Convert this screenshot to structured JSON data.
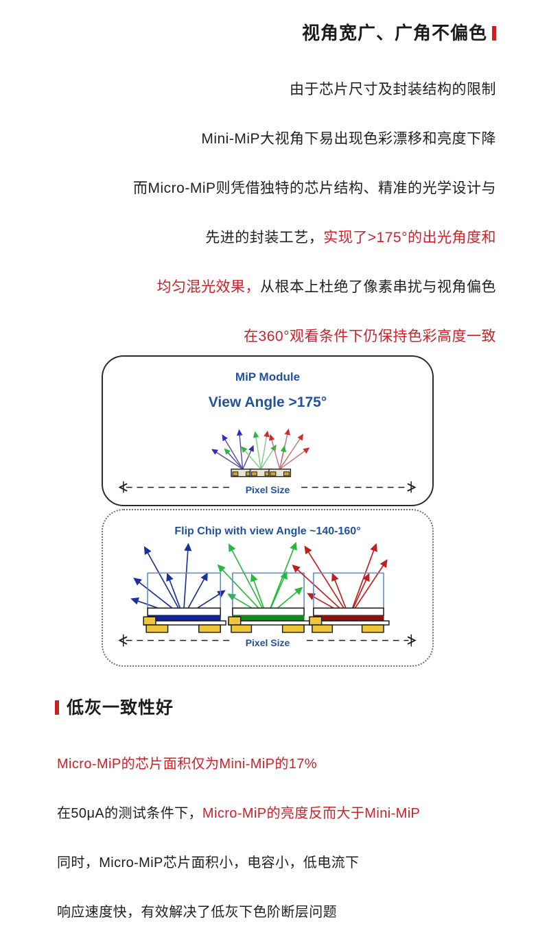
{
  "section1": {
    "heading": "视角宽广、广角不偏色",
    "heading_bar_color": "#cc2024",
    "lines": [
      {
        "segments": [
          {
            "text": "由于芯片尺寸及封装结构的限制",
            "color": "black"
          }
        ]
      },
      {
        "segments": [
          {
            "text": "Mini-MiP大视角下易出现色彩漂移和亮度下降",
            "color": "black"
          }
        ]
      },
      {
        "segments": [
          {
            "text": "而Micro-MiP则凭借独特的芯片结构、精准的光学设计与",
            "color": "black"
          }
        ]
      },
      {
        "segments": [
          {
            "text": "先进的封装工艺，",
            "color": "black"
          },
          {
            "text": "实现了>175°的出光角度和",
            "color": "red"
          }
        ]
      },
      {
        "segments": [
          {
            "text": "均匀混光效果，",
            "color": "red"
          },
          {
            "text": "从根本上杜绝了像素串扰与视角偏色",
            "color": "black"
          }
        ]
      },
      {
        "segments": [
          {
            "text": "在360°观看条件下仍保持色彩高度一致",
            "color": "red"
          }
        ]
      }
    ]
  },
  "diagram": {
    "top_panel": {
      "title_line_1": "MiP Module",
      "title_line_2": "View Angle >175°",
      "pixel_size_label": "Pixel Size",
      "label_color": "#23529c",
      "border_style": "solid",
      "emitters": 3
    },
    "bottom_panel": {
      "title": "Flip Chip with view Angle ~140-160°",
      "pixel_size_label": "Pixel Size",
      "label_color": "#23529c",
      "border_style": "dotted",
      "chips": [
        {
          "name": "blue-chip",
          "beam_color": "#1b2f9e",
          "die_color": "#12219c"
        },
        {
          "name": "green-chip",
          "beam_color": "#27b93d",
          "die_color": "#0f8a1c"
        },
        {
          "name": "red-chip",
          "beam_color": "#c01f1f",
          "die_color": "#8f1212"
        }
      ],
      "pad_color": "#eec63c",
      "chip_outline_color": "#5b8ec9"
    }
  },
  "section2": {
    "heading": "低灰一致性好",
    "heading_bar_color": "#cc2024",
    "lines": [
      {
        "segments": [
          {
            "text": "Micro-MiP的芯片面积仅为Mini-MiP的17%",
            "color": "red"
          }
        ]
      },
      {
        "segments": [
          {
            "text": "在50μA的测试条件下，",
            "color": "black"
          },
          {
            "text": "Micro-MiP的亮度反而大于Mini-MiP",
            "color": "red"
          }
        ]
      },
      {
        "segments": [
          {
            "text": "同时，Micro-MiP芯片面积小，电容小，低电流下",
            "color": "black"
          }
        ]
      },
      {
        "segments": [
          {
            "text": "响应速度快，有效解决了低灰下色阶断层问题",
            "color": "black"
          }
        ]
      }
    ]
  },
  "colors": {
    "accent_red": "#cf2027",
    "accent_blue": "#23529c",
    "text_black": "#1f1f1f"
  }
}
